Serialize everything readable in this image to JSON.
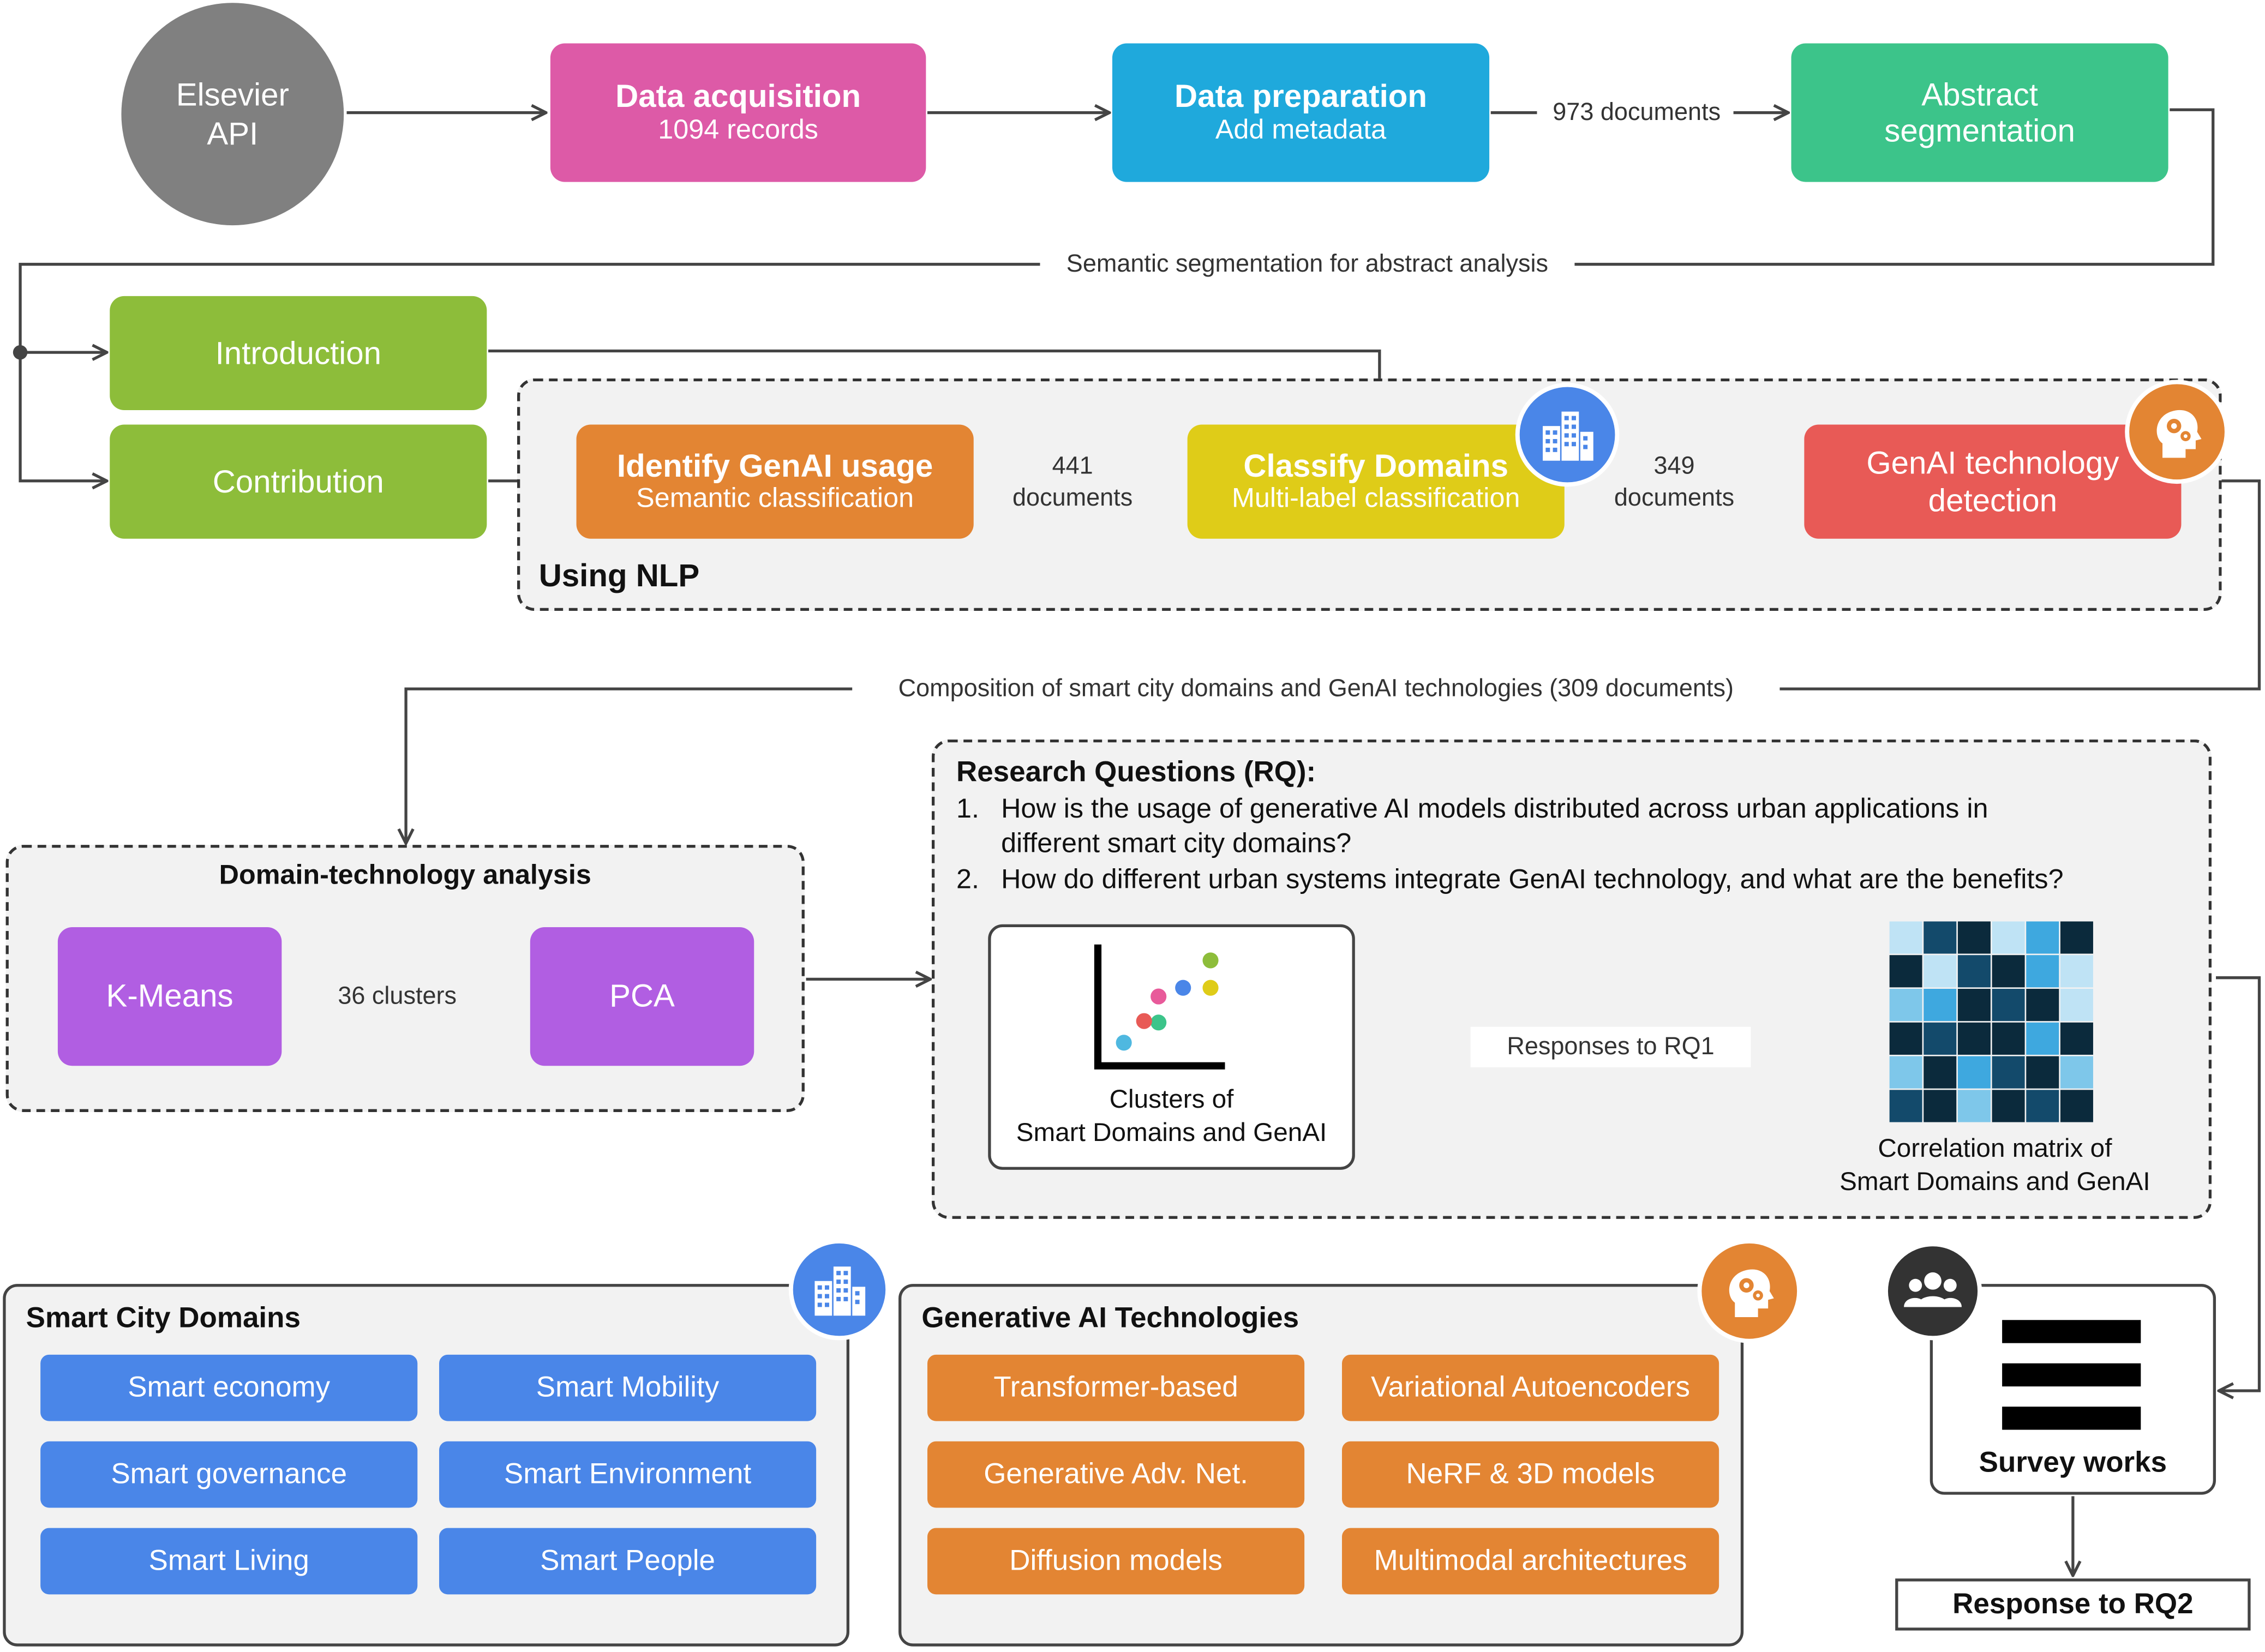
{
  "colors": {
    "gray": "#808080",
    "pink": "#dd5aa7",
    "cyan": "#1fa9dc",
    "mint": "#3cc48a",
    "lime": "#8dbd3a",
    "orange": "#e38533",
    "yellow": "#dfcc18",
    "red": "#e85a56",
    "purple": "#b15ee2",
    "blue": "#4a86e8",
    "dark": "#333333"
  },
  "pipeline": {
    "source": {
      "line1": "Elsevier",
      "line2": "API"
    },
    "acquisition": {
      "title": "Data acquisition",
      "sub": "1094 records"
    },
    "preparation": {
      "title": "Data preparation",
      "sub": "Add metadata"
    },
    "prep_to_seg_label": "973 documents",
    "segmentation": {
      "line1": "Abstract",
      "line2": "segmentation"
    },
    "segmentation_label": "Semantic segmentation for abstract analysis",
    "introduction": "Introduction",
    "contribution": "Contribution"
  },
  "nlp": {
    "title": "Using NLP",
    "identify": {
      "title": "Identify GenAI usage",
      "sub": "Semantic classification"
    },
    "label_441": {
      "line1": "441",
      "line2": "documents"
    },
    "classify": {
      "title": "Classify Domains",
      "sub": "Multi-label classification"
    },
    "label_349": {
      "line1": "349",
      "line2": "documents"
    },
    "detection": {
      "line1": "GenAI technology",
      "line2": "detection"
    }
  },
  "composition_label": "Composition of smart city domains and GenAI technologies (309 documents)",
  "domain_tech": {
    "title": "Domain-technology analysis",
    "kmeans": "K-Means",
    "clusters_label": "36 clusters",
    "pca": "PCA"
  },
  "rq": {
    "title": "Research Questions (RQ):",
    "q1_num": "1.",
    "q1_line1": "How is the usage of generative AI models distributed across urban applications in",
    "q1_line2": "different smart city domains?",
    "q2_num": "2.",
    "q2_line1": "How do different urban systems integrate GenAI technology, and what are the benefits?",
    "clusters_caption_1": "Clusters of",
    "clusters_caption_2": "Smart Domains and GenAI",
    "responses_label": "Responses to RQ1",
    "matrix_caption_1": "Correlation matrix of",
    "matrix_caption_2": "Smart Domains and GenAI",
    "scatter_colors": [
      "#4fb8e0",
      "#3cc48a",
      "#e85a9a",
      "#4a86e8",
      "#dfcc18",
      "#8dbd3a",
      "#e85a56"
    ],
    "matrix_palette": [
      "#0b2a3c",
      "#134a6b",
      "#3ea8df",
      "#7ec7ea",
      "#bfe3f5"
    ],
    "matrix_cells": [
      [
        4,
        1,
        0,
        4,
        2,
        0
      ],
      [
        0,
        4,
        1,
        0,
        2,
        4
      ],
      [
        3,
        2,
        0,
        1,
        0,
        4
      ],
      [
        0,
        1,
        0,
        0,
        2,
        0
      ],
      [
        3,
        0,
        2,
        1,
        0,
        3
      ],
      [
        1,
        0,
        3,
        0,
        1,
        0
      ]
    ]
  },
  "survey": {
    "label": "Survey works",
    "response": "Response to RQ2"
  },
  "smart_city": {
    "title": "Smart City Domains",
    "items": [
      "Smart economy",
      "Smart Mobility",
      "Smart governance",
      "Smart Environment",
      "Smart Living",
      "Smart People"
    ]
  },
  "genai": {
    "title": "Generative AI Technologies",
    "items": [
      "Transformer-based",
      "Variational Autoencoders",
      "Generative Adv. Net.",
      "NeRF & 3D models",
      "Diffusion models",
      "Multimodal architectures"
    ]
  }
}
